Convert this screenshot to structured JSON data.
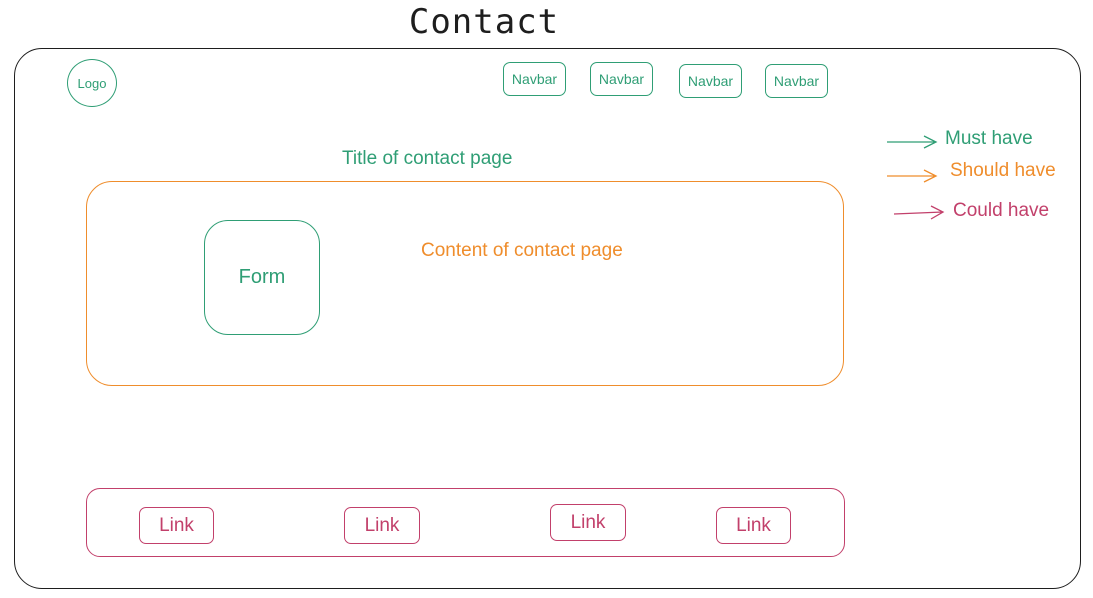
{
  "heading": "Contact",
  "header": {
    "logo_label": "Logo",
    "nav_items": [
      "Navbar",
      "Navbar",
      "Navbar",
      "Navbar"
    ]
  },
  "main": {
    "title": "Title of contact page",
    "content_label": "Content of contact page",
    "form_label": "Form"
  },
  "footer": {
    "links": [
      "Link",
      "Link",
      "Link",
      "Link"
    ]
  },
  "legend": [
    {
      "label": "Must have",
      "color": "#2f9e75"
    },
    {
      "label": "Should have",
      "color": "#ef8d2c"
    },
    {
      "label": "Could have",
      "color": "#c2406b"
    }
  ],
  "colors": {
    "must": "#2f9e75",
    "should": "#ef8d2c",
    "could": "#c2406b",
    "frame": "#1e1e1e"
  }
}
